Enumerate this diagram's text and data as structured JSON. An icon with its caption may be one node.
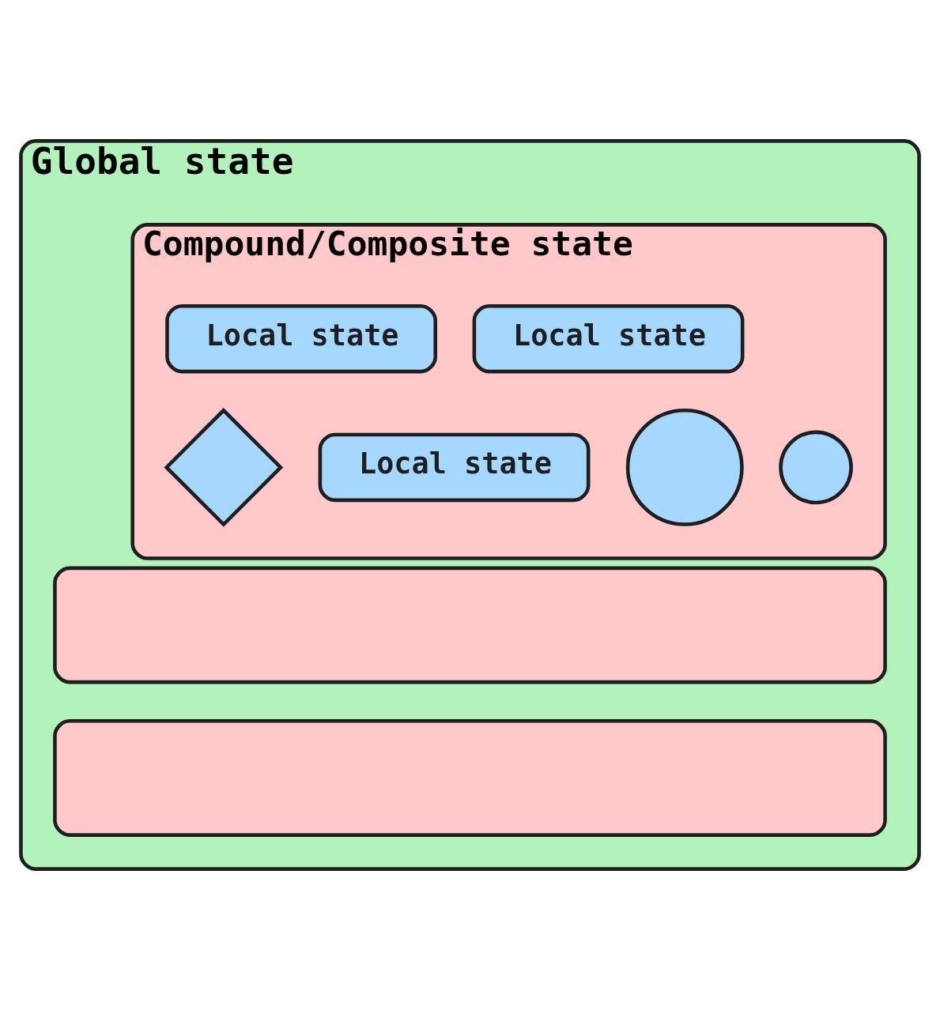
{
  "diagram": {
    "nodes": [
      {
        "text": [
          "Global state"
        ]
      },
      {
        "text": [
          "Compound/Composite state"
        ],
        "in": 0
      },
      {
        "text": [
          "Local state"
        ],
        "in": 1
      },
      {
        "text": [
          "Local state"
        ],
        "in": 1
      },
      {
        "text": [],
        "shape": "diamond",
        "in": 1
      },
      {
        "text": [
          "Local state"
        ],
        "in": 1
      },
      {
        "text": [],
        "shape": "circle",
        "in": 1
      },
      {
        "text": [],
        "shape": "circle",
        "in": 1
      },
      {
        "text": [],
        "shape": "box",
        "in": 0
      },
      {
        "text": [],
        "shape": "box",
        "in": 0
      }
    ]
  }
}
